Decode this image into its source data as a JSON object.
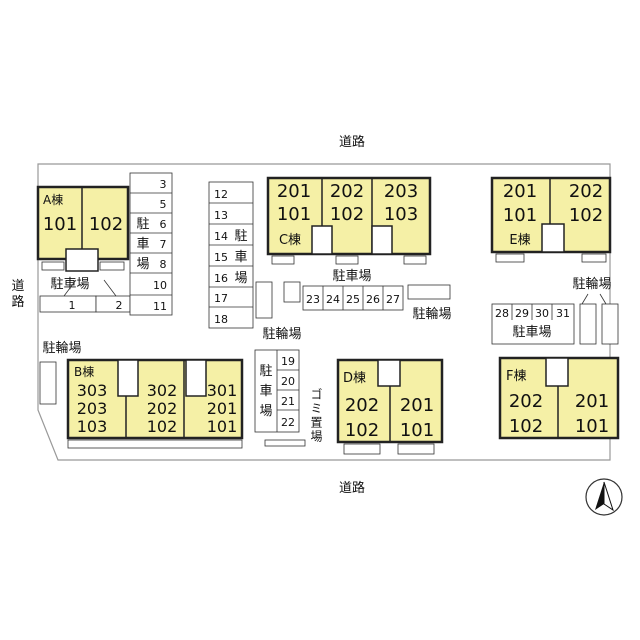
{
  "colors": {
    "building": "#f5f0a6",
    "outline": "#222222",
    "lot": "#ffffff",
    "site_line": "#888888"
  },
  "roads": {
    "north": "道路",
    "south": "道路",
    "west": "道路"
  },
  "buildings": {
    "A": {
      "name": "A棟",
      "units": [
        "101",
        "102"
      ]
    },
    "B": {
      "name": "B棟",
      "col1": [
        "303",
        "203",
        "103"
      ],
      "col2": [
        "302",
        "202",
        "102"
      ],
      "col3": [
        "301",
        "201",
        "101"
      ]
    },
    "C": {
      "name": "C棟",
      "col1": [
        "201",
        "101"
      ],
      "col2": [
        "202",
        "102"
      ],
      "col3": [
        "203",
        "103"
      ]
    },
    "D": {
      "name": "D棟",
      "col1": [
        "202",
        "102"
      ],
      "col2": [
        "201",
        "101"
      ]
    },
    "E": {
      "name": "E棟",
      "col1": [
        "201",
        "101"
      ],
      "col2": [
        "202",
        "102"
      ]
    },
    "F": {
      "name": "F棟",
      "col1": [
        "202",
        "102"
      ],
      "col2": [
        "201",
        "101"
      ]
    }
  },
  "parking": {
    "label": "駐車場",
    "stack_a_label": [
      "駐",
      "車",
      "場"
    ],
    "stack_a_numbers": [
      "3",
      "5",
      "6",
      "7",
      "8",
      "10",
      "11"
    ],
    "lot_a_numbers": [
      "1",
      "2"
    ],
    "stack_b_label": [
      "駐",
      "車",
      "場"
    ],
    "stack_b_numbers": [
      "12",
      "13",
      "14",
      "15",
      "16",
      "17",
      "18"
    ],
    "row_c_numbers": [
      "23",
      "24",
      "25",
      "26",
      "27"
    ],
    "stack_d_numbers": [
      "19",
      "20",
      "21",
      "22"
    ],
    "row_e_numbers": [
      "28",
      "29",
      "30",
      "31"
    ]
  },
  "bicycle_parking": {
    "label": "駐輪場"
  },
  "garbage": {
    "label": "ゴミ置場"
  }
}
